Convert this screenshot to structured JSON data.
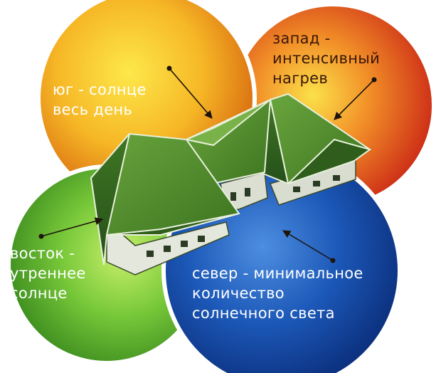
{
  "zones": {
    "south": {
      "lines": [
        "юг - солнце",
        "весь день"
      ],
      "color": "#f0a21c"
    },
    "west": {
      "lines": [
        "запад -",
        "интенсивный",
        "нагрев"
      ],
      "color": "#e0461c"
    },
    "east": {
      "lines": [
        "восток -",
        "утреннее",
        "солнце"
      ],
      "color": "#62b630"
    },
    "north": {
      "lines": [
        "север - минимальное",
        "количество",
        "солнечного света"
      ],
      "color": "#0f3f94"
    }
  },
  "colors": {
    "roof": "#3f7a22",
    "roof_edge": "#e8f0da",
    "arrow": "#1e140c"
  }
}
